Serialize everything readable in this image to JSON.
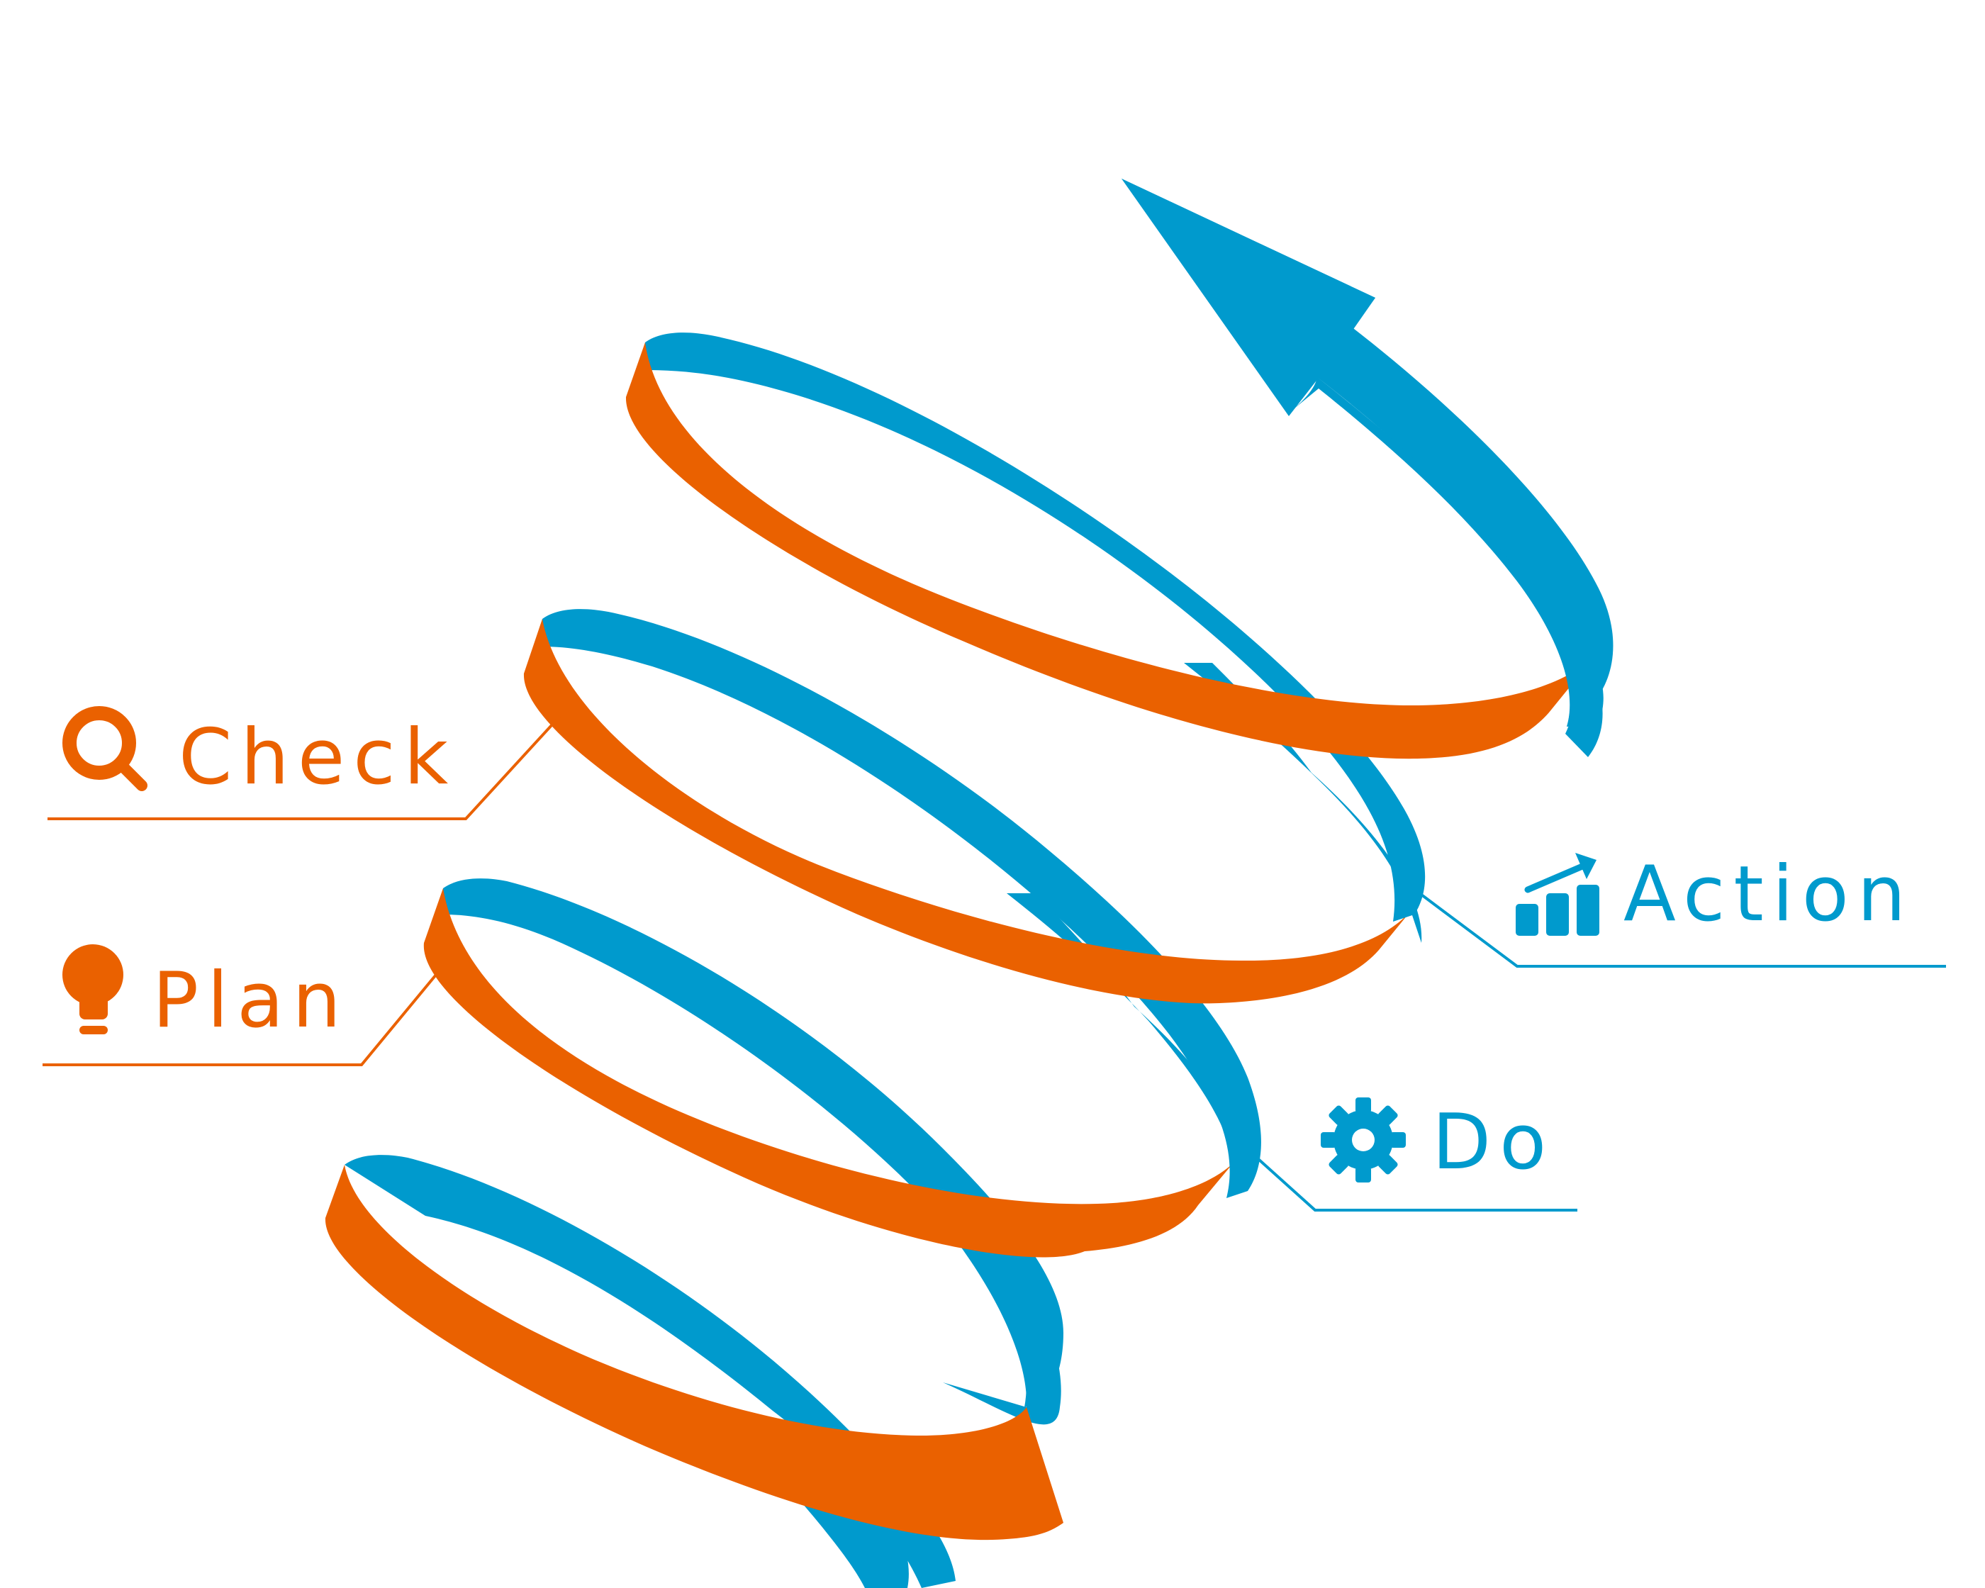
{
  "colors": {
    "blue": "#009ACD",
    "orange": "#EA6100",
    "background": "#FFFFFF"
  },
  "labels": {
    "check": {
      "text": "Check",
      "icon": "magnifier-icon"
    },
    "plan": {
      "text": "Plan",
      "icon": "lightbulb-icon"
    },
    "action": {
      "text": "Action",
      "icon": "bar-chart-growth-icon"
    },
    "do": {
      "text": "Do",
      "icon": "gear-icon"
    }
  }
}
